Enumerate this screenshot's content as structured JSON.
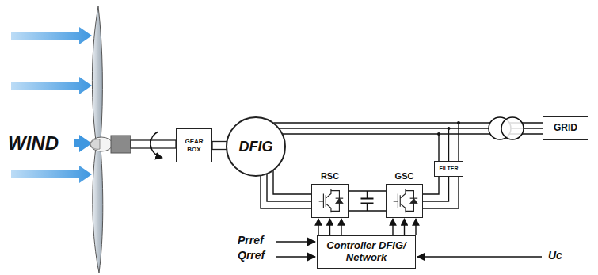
{
  "diagram": {
    "nodes": [
      {
        "text": [
          "GEAR BOX"
        ]
      },
      {
        "text": [
          "DFIG"
        ]
      },
      {
        "text": [
          "GRID"
        ]
      },
      {
        "text": [
          "RSC"
        ]
      },
      {
        "text": [
          "GSC"
        ]
      },
      {
        "text": [
          "FILTER"
        ]
      },
      {
        "text": [
          "Controller DFIG/ Network"
        ]
      }
    ],
    "edges": [
      {
        "from": 0,
        "to": 1,
        "arrow": "none"
      },
      {
        "from": 1,
        "to": 2,
        "arrow": "none"
      },
      {
        "from": 1,
        "to": 3,
        "arrow": "none"
      },
      {
        "from": 3,
        "to": 4,
        "arrow": "none"
      },
      {
        "from": 4,
        "to": 5,
        "arrow": "none"
      },
      {
        "from": 6,
        "to": 3,
        "arrow": "to"
      },
      {
        "from": 6,
        "to": 4,
        "arrow": "to"
      }
    ],
    "labels": [
      "WIND",
      "Prref",
      "Qrref",
      "Uc"
    ]
  }
}
